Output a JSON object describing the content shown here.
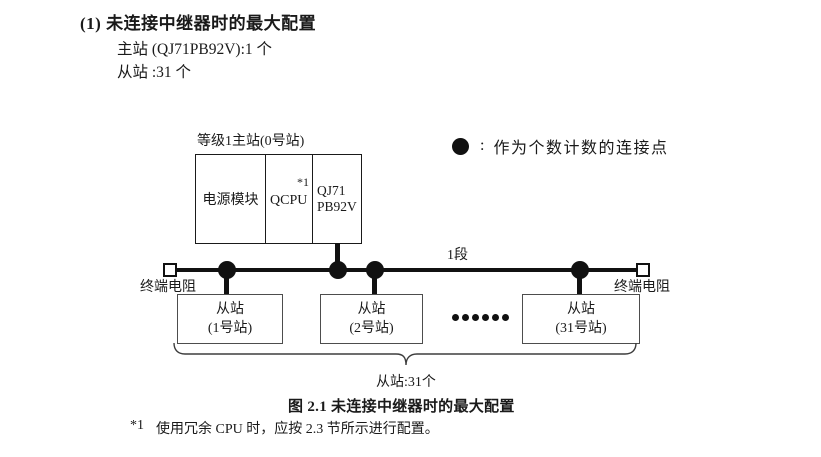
{
  "colors": {
    "ink": "#1a1a1a"
  },
  "page": {
    "heading": "(1) 未连接中继器时的最大配置",
    "master_count_line": "主站 (QJ71PB92V):1 个",
    "slave_count_line": "从站 :31 个",
    "caption": "图 2.1 未连接中继器时的最大配置",
    "footnote": {
      "marker": "*1",
      "text": "使用冗余 CPU 时，应按 2.3 节所示进行配置。"
    }
  },
  "diagram": {
    "master": {
      "label": "等级1主站(0号站)",
      "power_module": "电源模块",
      "cpu": "QCPU",
      "cpu_note": "*1",
      "module_line1": "QJ71",
      "module_line2": "PB92V"
    },
    "legend": {
      "separator": ":",
      "text": "作为个数计数的连接点"
    },
    "segment_label": "1段",
    "terminator_left": "终端电阻",
    "terminator_right": "终端电阻",
    "slaves": [
      {
        "line1": "从站",
        "line2": "(1号站)"
      },
      {
        "line1": "从站",
        "line2": "(2号站)"
      },
      {
        "line1": "从站",
        "line2": "(31号站)"
      }
    ],
    "slave_total_label": "从站:31个"
  }
}
